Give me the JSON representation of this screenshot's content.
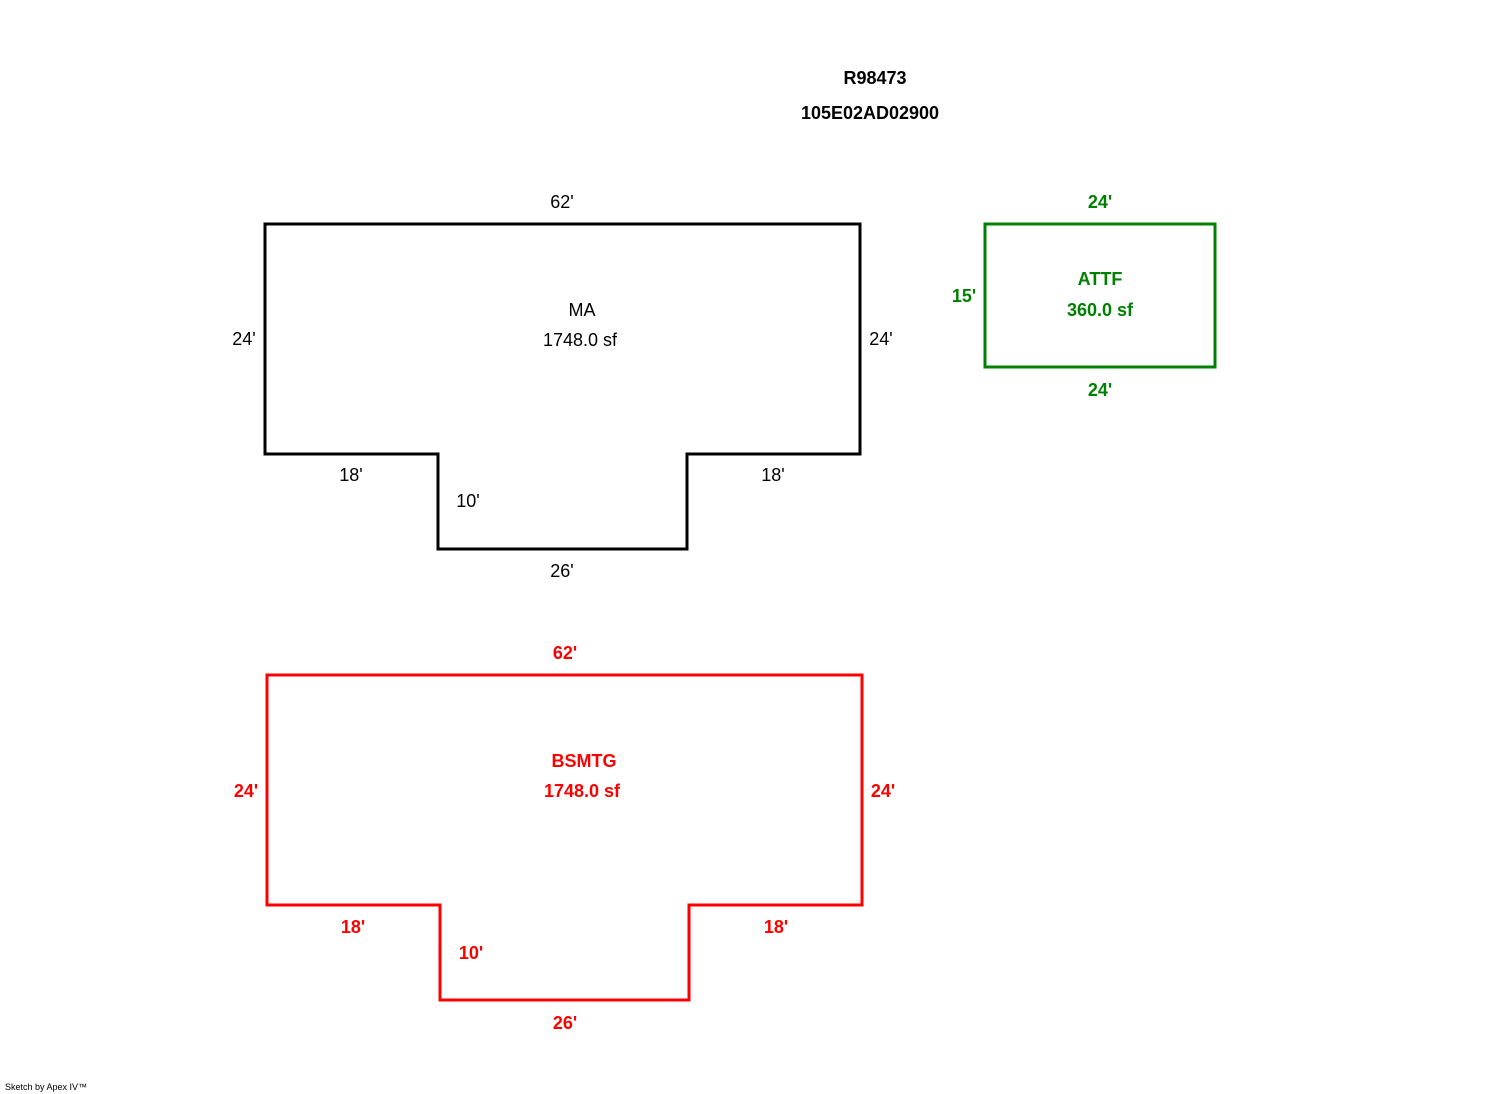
{
  "header": {
    "parcel_id": "R98473",
    "map_number": "105E02AD02900"
  },
  "areas": [
    {
      "code": "MA",
      "area": "1748.0 sf",
      "color": "#000000",
      "dims": {
        "top": "62'",
        "left": "24'",
        "right": "24'",
        "bottom_left": "18'",
        "bottom_right": "18'",
        "notch": "10'",
        "bottom": "26'"
      }
    },
    {
      "code": "ATTF",
      "area": "360.0 sf",
      "color": "#008000",
      "dims": {
        "top": "24'",
        "left": "15'",
        "bottom": "24'"
      }
    },
    {
      "code": "BSMTG",
      "area": "1748.0 sf",
      "color": "#ff0000",
      "dims": {
        "top": "62'",
        "left": "24'",
        "right": "24'",
        "bottom_left": "18'",
        "bottom_right": "18'",
        "notch": "10'",
        "bottom": "26'"
      }
    }
  ],
  "footer": {
    "credit": "Sketch by Apex IV™"
  }
}
